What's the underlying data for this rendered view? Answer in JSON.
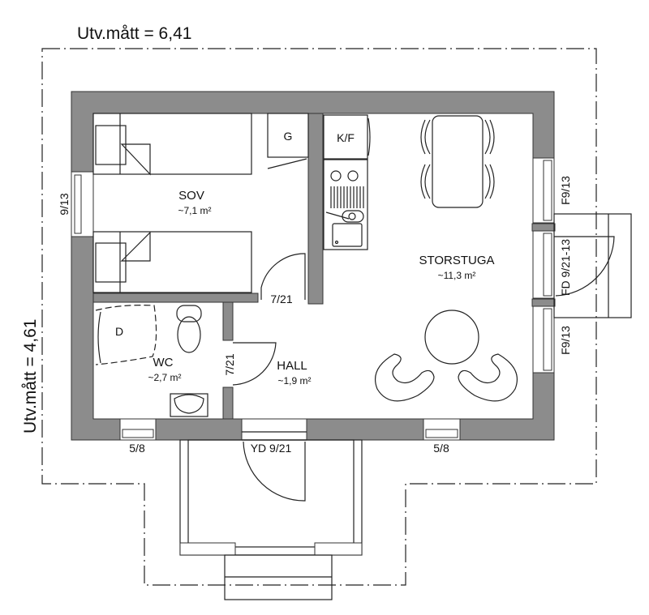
{
  "dimensions": {
    "width_label": "Utv.mått = 6,41",
    "depth_label": "Utv.mått = 4,61"
  },
  "rooms": [
    {
      "name": "SOV",
      "area": "~7,1 m²"
    },
    {
      "name": "STORSTUGA",
      "area": "~11,3 m²"
    },
    {
      "name": "WC",
      "area": "~2,7 m²"
    },
    {
      "name": "HALL",
      "area": "~1,9 m²"
    }
  ],
  "fixtures": {
    "wardrobe": "G",
    "fridge": "K/F",
    "shower": "D"
  },
  "openings": {
    "left_window": "9/13",
    "right_window_top": "F9/13",
    "right_door": "FD 9/21-13",
    "right_window_bottom": "F9/13",
    "bottom_window_left": "5/8",
    "bottom_window_right": "5/8",
    "entrance_door": "YD 9/21",
    "sov_door": "7/21",
    "wc_door": "7/21"
  }
}
